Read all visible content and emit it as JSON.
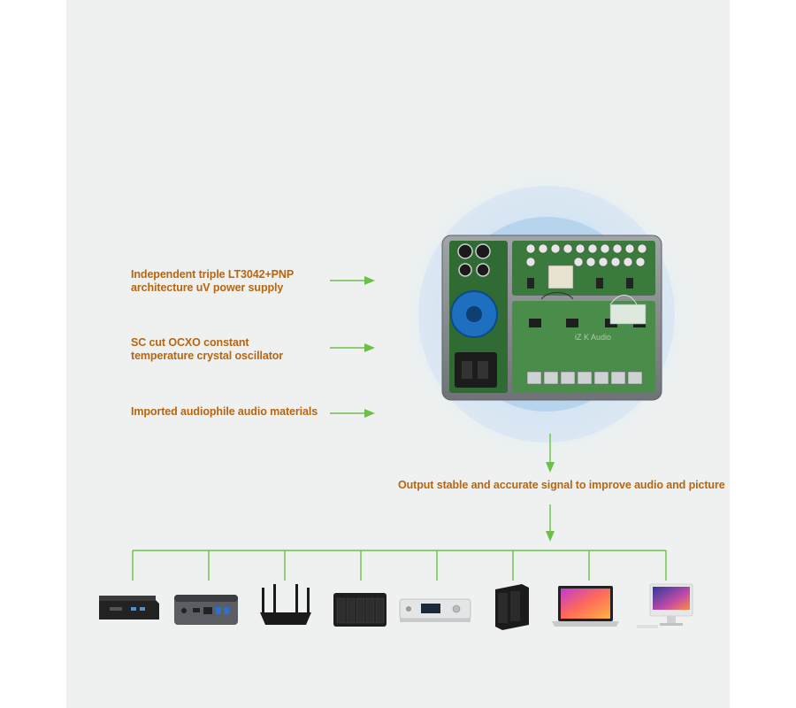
{
  "features": [
    {
      "lines": [
        "Independent triple LT3042+PNP",
        "architecture uV power supply"
      ]
    },
    {
      "lines": [
        "SC cut OCXO constant",
        "temperature crystal oscillator"
      ]
    },
    {
      "lines": [
        "Imported audiophile audio materials"
      ]
    }
  ],
  "output_caption": "Output stable and accurate signal to improve audio and picture",
  "board_mark": "iZ K Audio",
  "devices": [
    {
      "name": "mini-pc-black"
    },
    {
      "name": "nuc-mini-pc"
    },
    {
      "name": "wifi-router"
    },
    {
      "name": "nas-5-bay"
    },
    {
      "name": "network-streamer"
    },
    {
      "name": "nas-2-bay"
    },
    {
      "name": "laptop"
    },
    {
      "name": "all-in-one-desktop"
    }
  ],
  "colors": {
    "arrow": "#6cc04a",
    "label": "#b8650f",
    "panel": "#eef1f0",
    "pcb": "#3a7a3c",
    "chassis": "#8a8d90",
    "glow": "#a9cdeb"
  }
}
